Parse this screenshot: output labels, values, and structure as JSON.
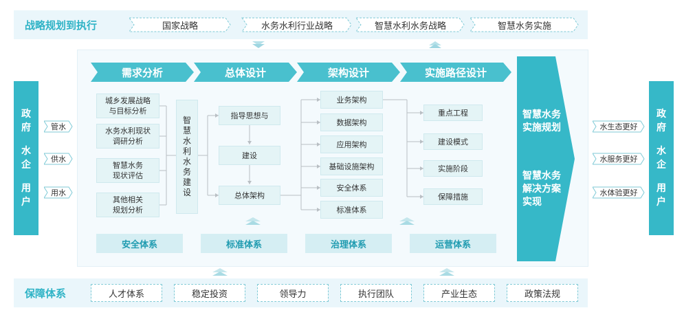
{
  "strategy": {
    "title": "战略规划到执行",
    "items": [
      "国家战略",
      "水务水利行业战略",
      "智慧水利水务战略",
      "智慧水务实施"
    ]
  },
  "phases": [
    "需求分析",
    "总体设计",
    "架构设计",
    "实施路径设计"
  ],
  "demand": {
    "items": [
      "城乡发展战略\n与目标分析",
      "水务水利现状\n调研分析",
      "智慧水务\n现状评估",
      "其他相关\n规划分析"
    ],
    "vertical": "智\n慧\n水\n利\n水\n务\n建\n设"
  },
  "overall": {
    "items": [
      "指导思想与",
      "建设",
      "总体架构"
    ]
  },
  "architecture": {
    "items": [
      "业务架构",
      "数据架构",
      "应用架构",
      "基础设施架构",
      "安全体系",
      "标准体系"
    ]
  },
  "path": {
    "items": [
      "重点工程",
      "建设模式",
      "实施阶段",
      "保障措施"
    ]
  },
  "systems": [
    "安全体系",
    "标准体系",
    "治理体系",
    "运营体系"
  ],
  "outcome": {
    "line1": "智慧水务\n实施规划",
    "line2": "智慧水务\n解决方案\n实现"
  },
  "left_side": {
    "line1": "政\n府",
    "line2": "水\n企",
    "line3": "用\n户"
  },
  "right_side": {
    "line1": "政\n府",
    "line2": "水\n企",
    "line3": "用\n户"
  },
  "inputs": [
    "管水",
    "供水",
    "用水"
  ],
  "outputs": [
    "水生态更好",
    "水服务更好",
    "水体验更好"
  ],
  "guarantee": {
    "title": "保障体系",
    "items": [
      "人才体系",
      "稳定投资",
      "领导力",
      "执行团队",
      "产业生态",
      "政策法规"
    ]
  },
  "colors": {
    "accent": "#36b8c8",
    "light": "#e4f4f6",
    "title": "#2fb3c6"
  }
}
